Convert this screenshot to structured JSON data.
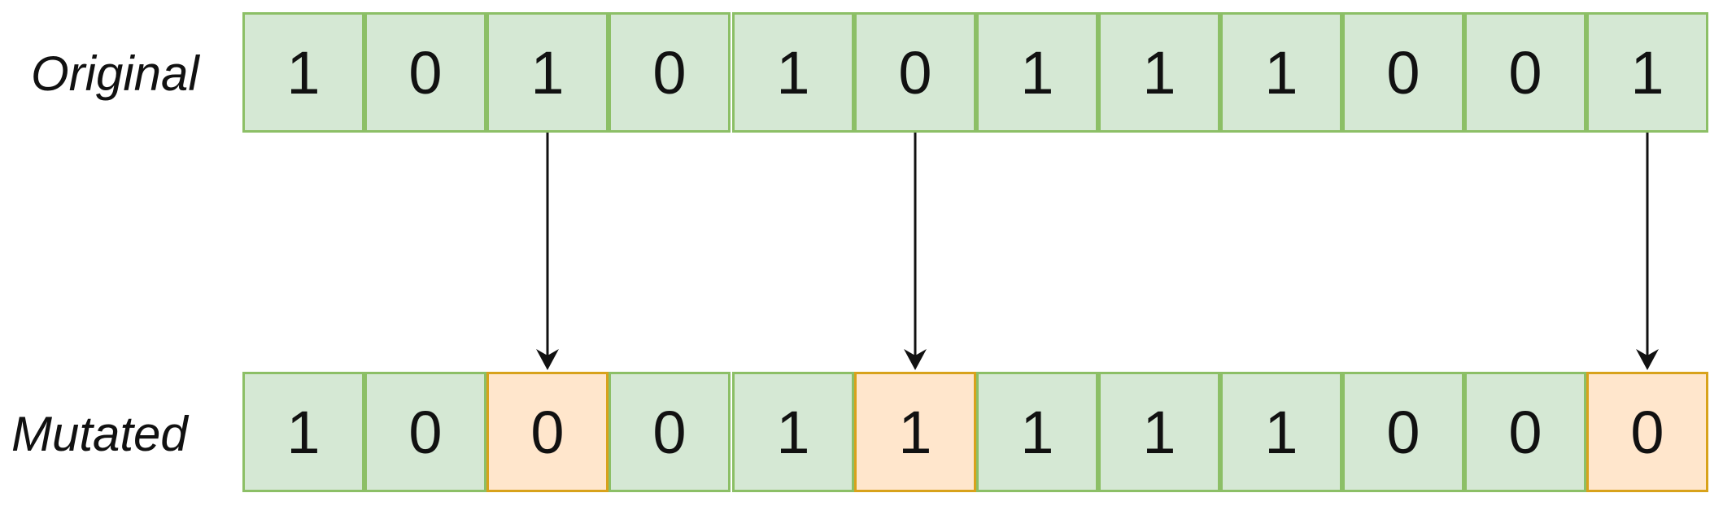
{
  "labels": {
    "original": "Original",
    "mutated": "Mutated"
  },
  "original_bits": [
    "1",
    "0",
    "1",
    "0",
    "1",
    "0",
    "1",
    "1",
    "1",
    "0",
    "0",
    "1"
  ],
  "mutated_bits": [
    "1",
    "0",
    "0",
    "0",
    "1",
    "1",
    "1",
    "1",
    "1",
    "0",
    "0",
    "0"
  ],
  "mutated_positions": [
    2,
    5,
    11
  ],
  "colors": {
    "cell_fill": "#d5e8d4",
    "cell_border": "#8cbf66",
    "mutated_fill": "#ffe6cc",
    "mutated_border": "#d8a21b",
    "arrow": "#111111"
  }
}
